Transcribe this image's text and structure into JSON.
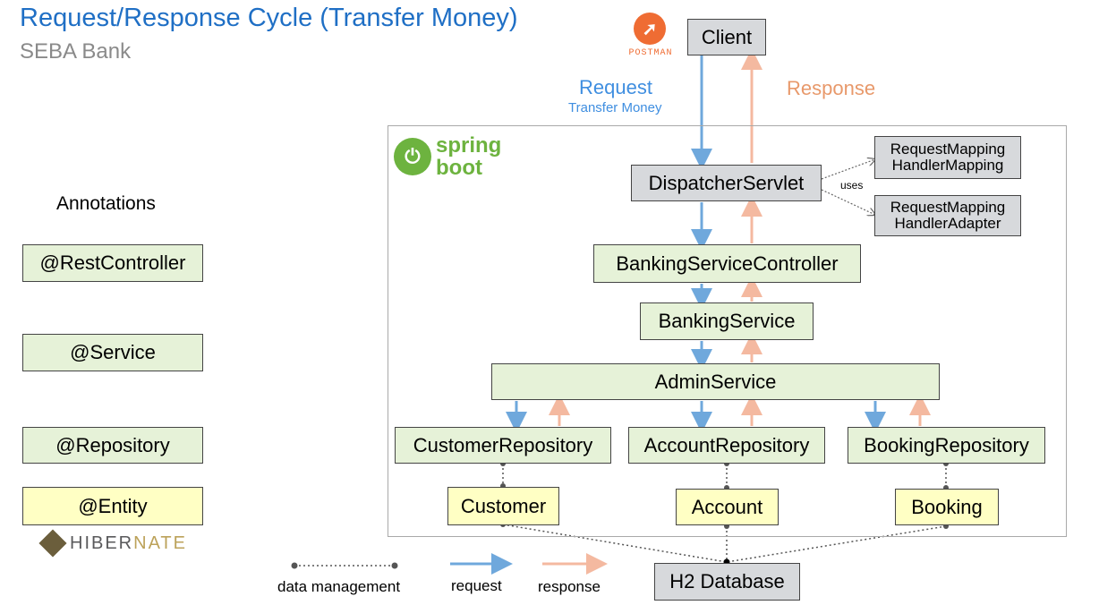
{
  "header": {
    "title": "Request/Response Cycle (Transfer Money)",
    "subtitle": "SEBA Bank"
  },
  "logos": {
    "postman": "POSTMAN",
    "spring_word1": "spring",
    "spring_word2": "boot",
    "hibernate_a": "HIBER",
    "hibernate_b": "NATE"
  },
  "annotations": {
    "heading": "Annotations",
    "rest_controller": "@RestController",
    "service": "@Service",
    "repository": "@Repository",
    "entity": "@Entity"
  },
  "nodes": {
    "client": "Client",
    "dispatcher": "DispatcherServlet",
    "handler_mapping_1": "RequestMapping",
    "handler_mapping_2": "HandlerMapping",
    "handler_adapter_1": "RequestMapping",
    "handler_adapter_2": "HandlerAdapter",
    "controller": "BankingServiceController",
    "banking_service": "BankingService",
    "admin_service": "AdminService",
    "customer_repo": "CustomerRepository",
    "account_repo": "AccountRepository",
    "booking_repo": "BookingRepository",
    "customer": "Customer",
    "account": "Account",
    "booking": "Booking",
    "database": "H2 Database"
  },
  "flow": {
    "request": "Request",
    "request_sub": "Transfer Money",
    "response": "Response",
    "uses": "uses"
  },
  "legend": {
    "data_management": "data management",
    "request": "request",
    "response": "response"
  },
  "colors": {
    "request": "#6fa8dc",
    "response": "#f4b9a0",
    "title": "#1f6fc5",
    "green_box": "#e6f2d8",
    "yellow_box": "#ffffc4",
    "grey_box": "#d7d9dc"
  }
}
